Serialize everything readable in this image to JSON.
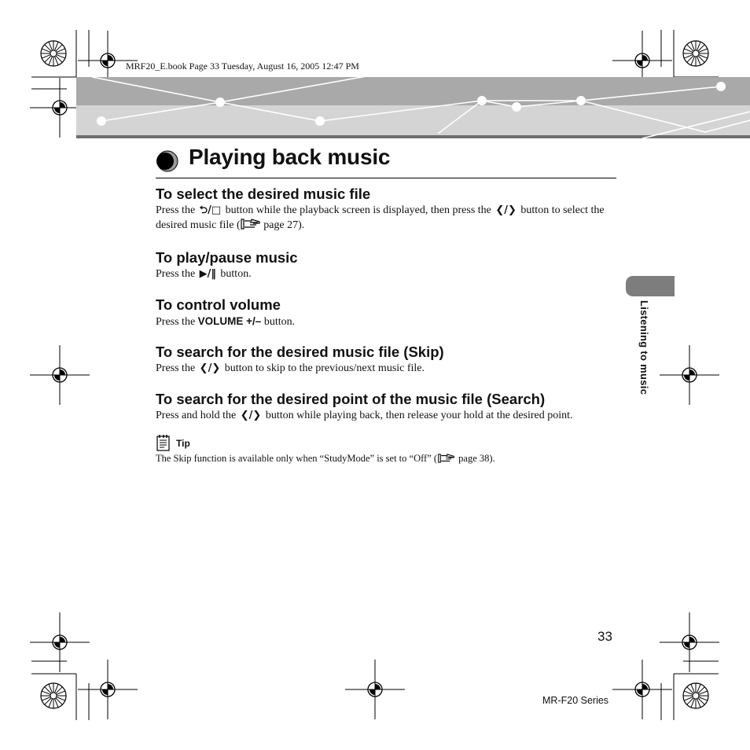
{
  "book_header": "MRF20_E.book  Page 33  Tuesday, August 16, 2005  12:47 PM",
  "title": "Playing back music",
  "sections": [
    {
      "heading": "To select the desired music file",
      "body": {
        "p1": "Press the ",
        "sym1": "⮌/□",
        "p2": " button while the playback screen is displayed, then press the ",
        "sym2": "❮/❯",
        "p3": " button to select the desired music file (",
        "p4": " page 27)."
      }
    },
    {
      "heading": "To play/pause music",
      "body": {
        "p1": "Press the ",
        "sym1": "▶/‖",
        "p2": " button."
      }
    },
    {
      "heading": "To control volume",
      "body": {
        "p1": "Press the ",
        "sym1": "VOLUME +/–",
        "p2": " button."
      }
    },
    {
      "heading": "To search for the desired music file (Skip)",
      "body": {
        "p1": "Press the ",
        "sym1": "❮/❯",
        "p2": " button to skip to the previous/next music file."
      }
    },
    {
      "heading": "To search for the desired point of the music file (Search)",
      "body": {
        "p1": "Press and hold the ",
        "sym1": "❮/❯",
        "p2": " button while playing back, then release your hold at the desired point."
      }
    }
  ],
  "tip": {
    "label": "Tip",
    "p1": "The Skip function is available only when “StudyMode” is set to “Off” (",
    "p2": " page 38)."
  },
  "side_tab_label": "Listening to music",
  "page_number": "33",
  "series": "MR-F20 Series",
  "icons": [
    "registration-mark-icon",
    "color-wheel-icon",
    "reference-hand-icon",
    "tip-note-icon",
    "title-bullet-icon"
  ],
  "colors": {
    "banner_dark": "#a9a9a9",
    "banner_light": "#d4d4d4",
    "side_tab": "#7d7d7d"
  }
}
